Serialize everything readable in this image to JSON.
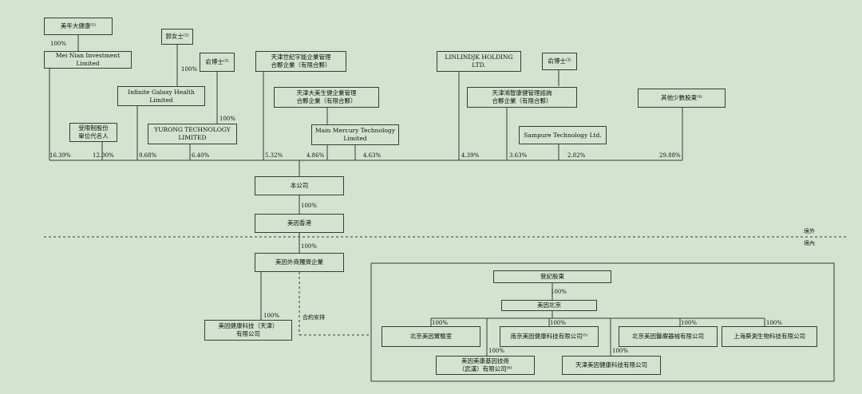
{
  "entities": {
    "meinian_health": "美年大健康⁽¹⁾",
    "meinian_investment": "Mei Nian Investment Limited",
    "ms_guo": "郭女士⁽²⁾",
    "dr_yu_1": "俞博士⁽³⁾",
    "tianjin_shiji": "天津世紀宇能企業管理\n合夥企業（有限合夥）",
    "linlindjk": "LINLINDJK HOLDING\nLTD.",
    "dr_yu_2": "俞博士⁽³⁾",
    "infinite_galaxy": "Infinite Galaxy Health Limited",
    "tianjin_dameisheng": "天津大美生健企業管理\n合夥企業（有限合夥）",
    "tianjin_hongzhi": "天津鴻智康健管理諮詢\n合夥企業（有限合夥）",
    "other_minority": "其他少數股東⁽⁴⁾",
    "restricted_nominee": "受限制股份\n單位代名人",
    "yurong": "YURONG TECHNOLOGY\nLIMITED",
    "main_mercury": "Main Mercury Technology\nLimited",
    "sampure": "Sampure Technology Ltd.",
    "company": "本公司",
    "meiyin_hk": "美因香港",
    "meiyin_wfoe": "美因外商獨資企業",
    "meiyin_health_tianjin": "美因健康科技（天津）\n有限公司",
    "registered_holders": "登記股東",
    "meiyin_beijing": "美因北京",
    "beijing_lab": "北京美因實驗室",
    "nanjing_meiyin": "南京美因健康科技有限公司⁽⁵⁾",
    "beijing_medical": "北京美因醫療器械有限公司",
    "shanghai_jiance": "上海葵測生物科技有限公司",
    "meikang_wuhan": "美因美康基因技術\n（武漢）有限公司⁽⁶⁾",
    "tianjin_meiyin": "天津美因健康科技有限公司"
  },
  "percentages": {
    "p_meinian": "100%",
    "p_guo": "100%",
    "p_yu_yurong": "100%",
    "p_16_39": "16.39%",
    "p_12_00": "12.00%",
    "p_9_68": "9.68%",
    "p_6_40": "6.40%",
    "p_5_32": "5.32%",
    "p_4_86": "4.86%",
    "p_4_63": "4.63%",
    "p_4_39": "4.39%",
    "p_3_63": "3.63%",
    "p_2_82": "2.82%",
    "p_29_88": "29.88%",
    "p_company_hk": "100%",
    "p_hk_wfoe": "100%",
    "p_wfoe_tianjin": "100%",
    "p_reg_beijing": "100%",
    "p_bj_lab": "100%",
    "p_bj_nanjing": "100%",
    "p_bj_medical": "100%",
    "p_bj_shanghai": "100%",
    "p_bj_wuhan": "100%",
    "p_bj_tianjin": "100%"
  },
  "labels": {
    "contractual": "合約安排",
    "offshore": "境外",
    "onshore": "境內"
  }
}
